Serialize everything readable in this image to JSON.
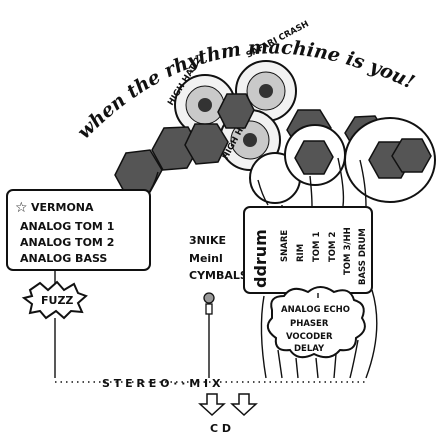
{
  "title": "when the rhythm machine is you!",
  "cymbals": {
    "hihat_2": "HIGH HAT 2",
    "safari_crash": "SAFARI CRASH",
    "hihat": "HIGH HAT"
  },
  "vermona": {
    "star": "☆",
    "name": "VERMONA",
    "items": [
      "ANALOG TOM 1",
      "ANALOG TOM 2",
      "ANALOG BASS"
    ]
  },
  "middle": {
    "line1": "3NIKE",
    "line2": "Meinl",
    "line3": "CYMBALS"
  },
  "ddrum": {
    "name": "ddrum",
    "channels": [
      "SNARE",
      "RIM",
      "TOM 1",
      "TOM 2",
      "TOM 3/HH",
      "BASS DRUM"
    ]
  },
  "fuzz": "FUZZ",
  "effects": [
    "ANALOG ECHO",
    "PHASER",
    "VOCODER",
    "DELAY"
  ],
  "mix": "S T E R E O · · M I X",
  "output": "C D"
}
